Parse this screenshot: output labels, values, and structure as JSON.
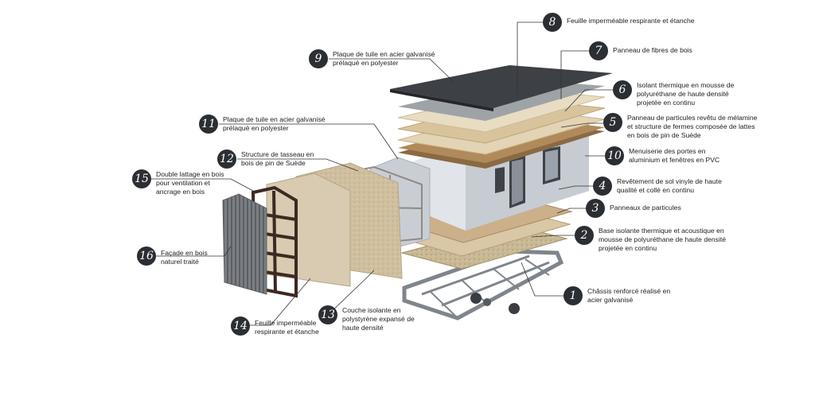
{
  "colors": {
    "badge": "#2b2e33",
    "leader": "#333333",
    "roof_dark": "#3d4045",
    "wood": "#b08a5a",
    "insulation": "#d9cbb0",
    "steel": "#8e9399",
    "wall_grey": "#c7ccd2"
  },
  "callouts": [
    {
      "n": "1",
      "text": "Châssis renforcé réalisé en\nacier galvanisé"
    },
    {
      "n": "2",
      "text": "Base isolante thermique et acoustique en\nmousse de polyuréthane de haute densité\nprojetée en continu"
    },
    {
      "n": "3",
      "text": "Panneaux de particules"
    },
    {
      "n": "4",
      "text": "Revêtement de sol vinyle de haute\nqualité et collé en continu"
    },
    {
      "n": "5",
      "text": "Panneau de particules revêtu de mélamine\net structure de fermes composée de lattes\nen bois de pin de Suède"
    },
    {
      "n": "6",
      "text": "Isolant thermique en mousse de\npolyuréthane de haute densité\nprojetée en continu"
    },
    {
      "n": "7",
      "text": "Panneau de fibres de bois"
    },
    {
      "n": "8",
      "text": "Feuille imperméable respirante et étanche"
    },
    {
      "n": "9",
      "text": "Plaque de tuile en acier galvanisé\nprélaqué en polyester"
    },
    {
      "n": "10",
      "text": "Menuiserie des portes en\naluminium et fenêtres en PVC"
    },
    {
      "n": "11",
      "text": "Plaque de tuile en acier galvanisé\nprélaqué en polyester"
    },
    {
      "n": "12",
      "text": "Structure de tasseau en\nbois de pin de Suède"
    },
    {
      "n": "13",
      "text": "Couche isolante en\npolystyrène expansé de\nhaute densité"
    },
    {
      "n": "14",
      "text": "Feuille imperméable\nrespirante et étanche"
    },
    {
      "n": "15",
      "text": "Double lattage en bois\npour ventilation et\nancrage en bois"
    },
    {
      "n": "16",
      "text": "Façade en bois\nnaturel traité"
    }
  ]
}
